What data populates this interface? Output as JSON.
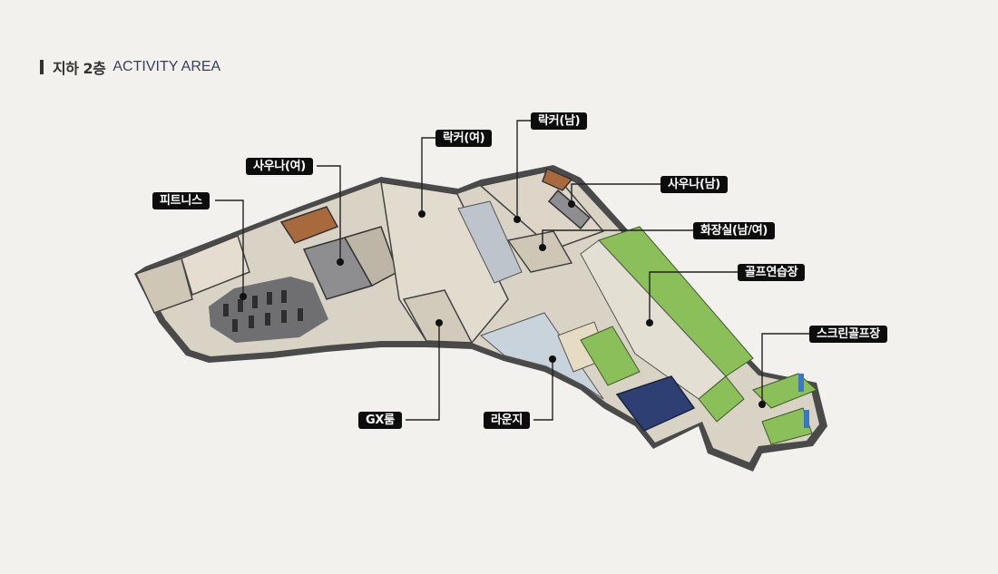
{
  "header": {
    "title": "지하 2층",
    "subtitle": "ACTIVITY AREA"
  },
  "labels": {
    "fitness": "피트니스",
    "sauna_female": "사우나(여)",
    "locker_female": "락커(여)",
    "locker_male": "락커(남)",
    "sauna_male": "사우나(남)",
    "restroom": "화장실(남/여)",
    "golf_practice": "골프연습장",
    "screen_golf": "스크린골프장",
    "gx_room": "GX룸",
    "lounge": "라운지"
  },
  "colors": {
    "background": "#f2f1ee",
    "label_bg": "#0d0d0d",
    "label_text": "#ffffff",
    "leader": "#222222",
    "floor": "#d9d3c5",
    "wall": "#3d3d3d",
    "turf": "#8bbf5a",
    "glass": "#2d3f73"
  }
}
